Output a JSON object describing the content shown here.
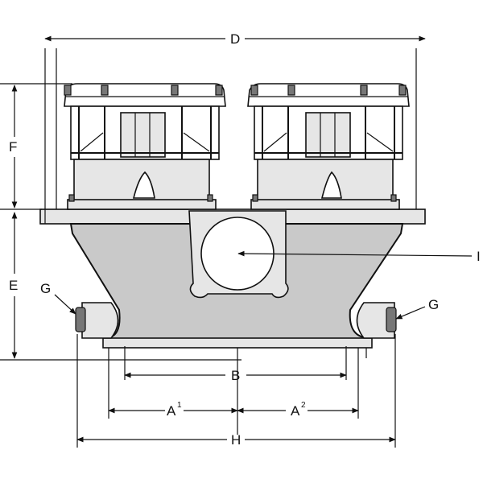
{
  "diagram": {
    "labels": {
      "D": "D",
      "F": "F",
      "E": "E",
      "G_left": "G",
      "G_right": "G",
      "I": "I",
      "B": "B",
      "A1": "A",
      "A1_sup": "1",
      "A2": "A",
      "A2_sup": "2",
      "H": "H"
    }
  }
}
